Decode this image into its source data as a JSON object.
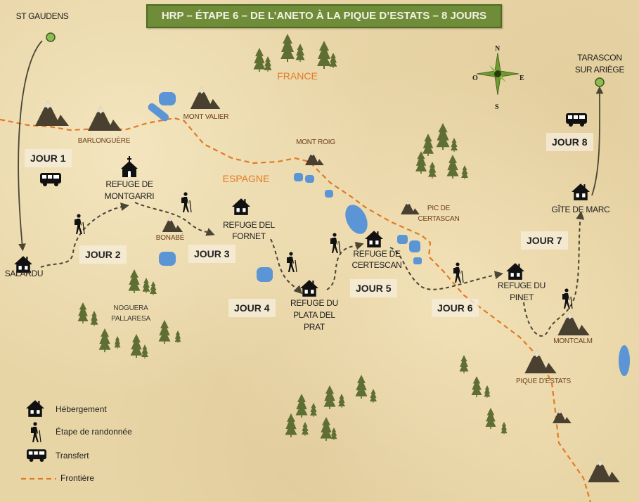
{
  "title": "HRP – ÉTAPE 6 – DE L’ANETO À LA PIQUE D’ESTATS  – 8 JOURS",
  "countries": {
    "france": "FRANCE",
    "espagne": "ESPAGNE"
  },
  "compass": {
    "n": "N",
    "s": "S",
    "e": "E",
    "o": "O"
  },
  "towns": {
    "start": "ST GAUDENS",
    "end_line1": "TARASCON",
    "end_line2": "SUR ARIÈGE"
  },
  "places": {
    "barlonguere": "BARLONGUÈRE",
    "mont_valier": "MONT VALIER",
    "mont_roig": "MONT ROIG",
    "pic_certascan_1": "PIC DE",
    "pic_certascan_2": "CERTASCAN",
    "bonabe": "BONABÉ",
    "noguera_1": "NOGUERA",
    "noguera_2": "PALLARESA",
    "montcalm": "MONTCALM",
    "pique_estats": "PIQUE D’ESTATS"
  },
  "lodgings": {
    "salardu": "SALARDU",
    "montgarri_1": "REFUGE DE",
    "montgarri_2": "MONTGARRI",
    "fornet_1": "REFUGE DEL",
    "fornet_2": "FORNET",
    "plata_1": "REFUGE DU",
    "plata_2": "PLATA DEL",
    "plata_3": "PRAT",
    "certescan_1": "REFUGE DE",
    "certescan_2": "CERTESCAN",
    "pinet_1": "REFUGE DU",
    "pinet_2": "PINET",
    "gite": "GÎTE DE MARC"
  },
  "days": [
    "JOUR 1",
    "JOUR 2",
    "JOUR 3",
    "JOUR 4",
    "JOUR 5",
    "JOUR 6",
    "JOUR 7",
    "JOUR 8"
  ],
  "legend": {
    "lodging": "Hébergement",
    "hike": "Étape de randonnée",
    "transfer": "Transfert",
    "border": "Frontière"
  },
  "colors": {
    "title_bg": "#6f8d39",
    "border_line": "#e27a25",
    "trail": "#4a4535",
    "tree": "#5f6e33",
    "mountain": "#4a4030",
    "lake": "#5b95d6"
  }
}
